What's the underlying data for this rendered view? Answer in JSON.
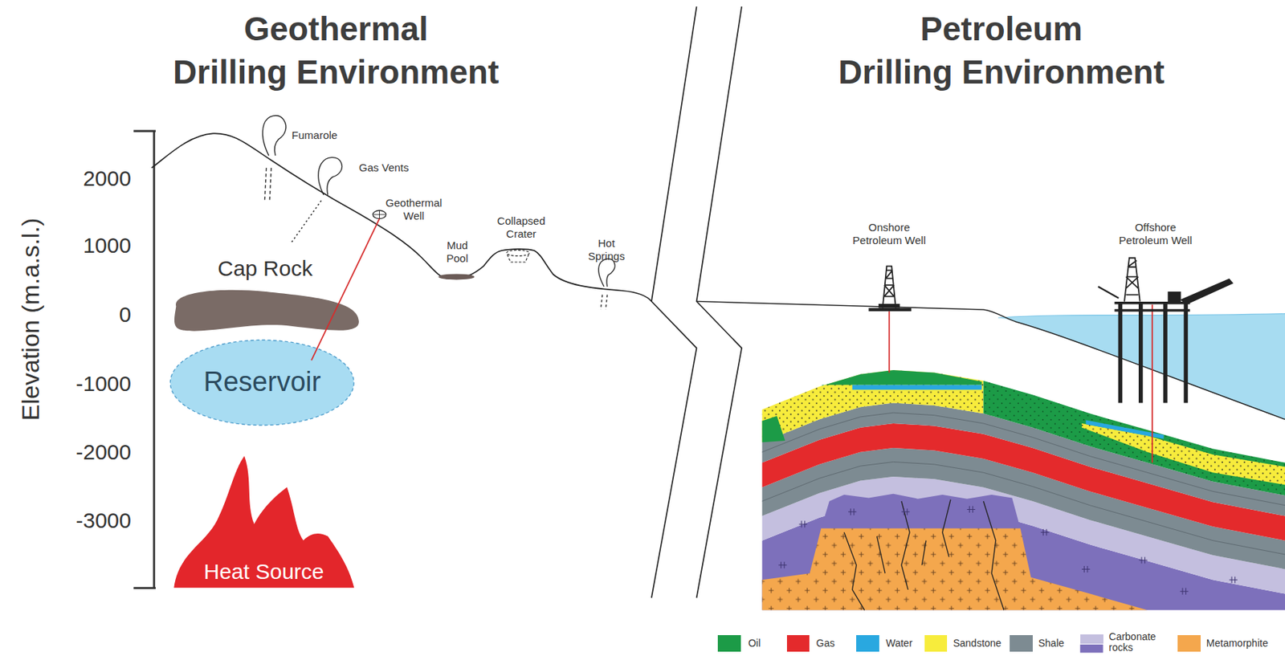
{
  "diagram": {
    "nodes": [
      {
        "text": [
          "Cap Rock"
        ]
      },
      {
        "text": [
          "Reservoir"
        ]
      },
      {
        "text": [
          "Heat Source"
        ]
      }
    ],
    "labels": [
      "Geothermal Drilling Environment",
      "Petroleum Drilling Environment",
      "Elevation (m.a.s.l.)",
      "2000",
      "1000",
      "0",
      "-1000",
      "-2000",
      "-3000",
      "Fumarole",
      "Gas Vents",
      "Geothermal Well",
      "Mud Pool",
      "Collapsed Crater",
      "Hot Springs",
      "Onshore Petroleum Well",
      "Offshore Petroleum Well"
    ],
    "legend": [
      {
        "text": "Oil",
        "color": "#1c9b47"
      },
      {
        "text": "Gas",
        "color": "#e42a2c"
      },
      {
        "text": "Water",
        "color": "#29a8e0"
      },
      {
        "text": "Sandstone",
        "color": "#f7ec3c"
      },
      {
        "text": "Shale",
        "color": "#7d8b92"
      },
      {
        "text": "Carbonate rocks",
        "color": "#c4bfdf"
      },
      {
        "text": "Metamorphite",
        "color": "#f4a74d"
      }
    ]
  }
}
